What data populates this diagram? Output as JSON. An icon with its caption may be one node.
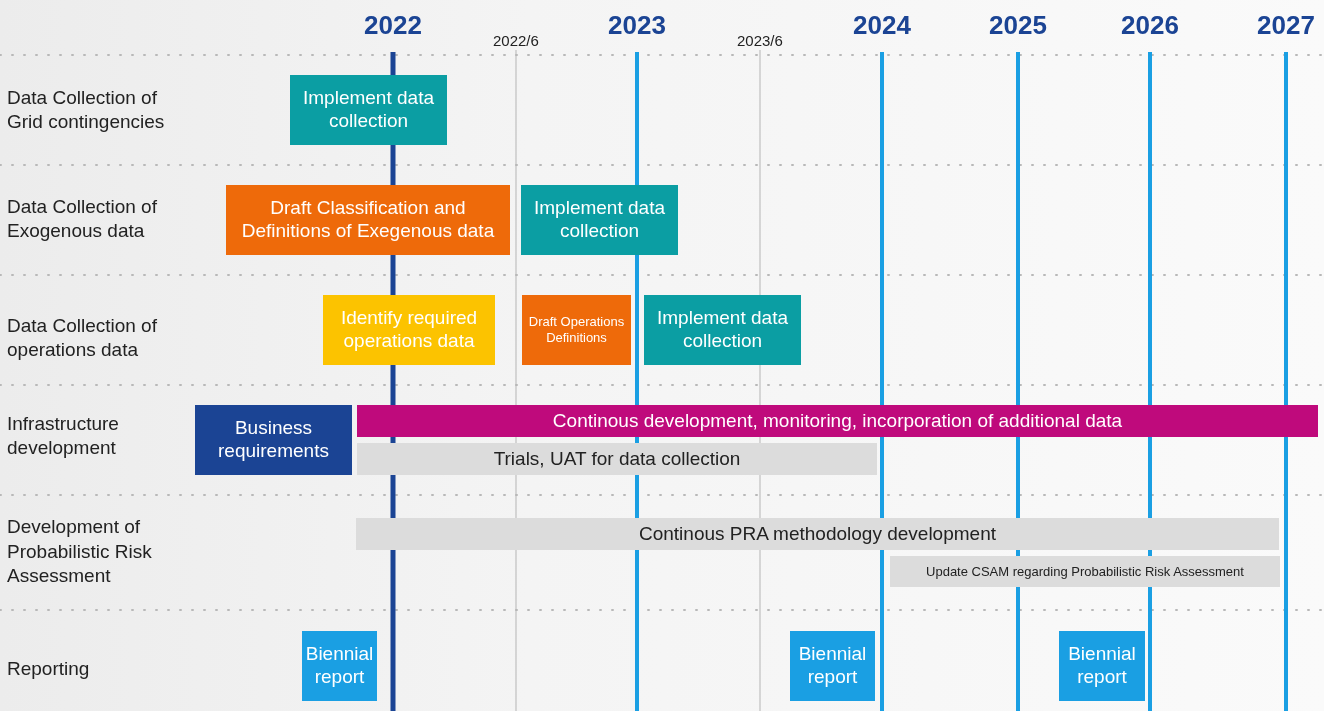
{
  "diagram": {
    "nodes": [
      {
        "text": [
          "Implement data collection"
        ]
      },
      {
        "text": [
          "Draft Classification and Definitions of Exegenous data"
        ]
      },
      {
        "text": [
          "Implement data collection"
        ]
      },
      {
        "text": [
          "Identify required operations data"
        ]
      },
      {
        "text": [
          "Draft Operations Definitions"
        ]
      },
      {
        "text": [
          "Implement data collection"
        ]
      },
      {
        "text": [
          "Business requirements"
        ]
      },
      {
        "text": [
          "Continous development, monitoring, incorporation of additional data"
        ]
      },
      {
        "text": [
          "Trials, UAT for data collection"
        ]
      },
      {
        "text": [
          "Continous PRA methodology development"
        ]
      },
      {
        "text": [
          "Update CSAM regarding Probabilistic Risk Assessment"
        ]
      },
      {
        "text": [
          "Biennial report"
        ]
      },
      {
        "text": [
          "Biennial report"
        ]
      },
      {
        "text": [
          "Biennial report"
        ]
      }
    ],
    "edges": [],
    "labels": [
      "2022",
      "2022/6",
      "2023",
      "2023/6",
      "2024",
      "2025",
      "2026",
      "2027",
      "Data Collection of Grid contingencies",
      "Data Collection of Exogenous data",
      "Data Collection of operations data",
      "Infrastructure development",
      "Development of Probabilistic Risk Assessment",
      "Reporting"
    ]
  }
}
